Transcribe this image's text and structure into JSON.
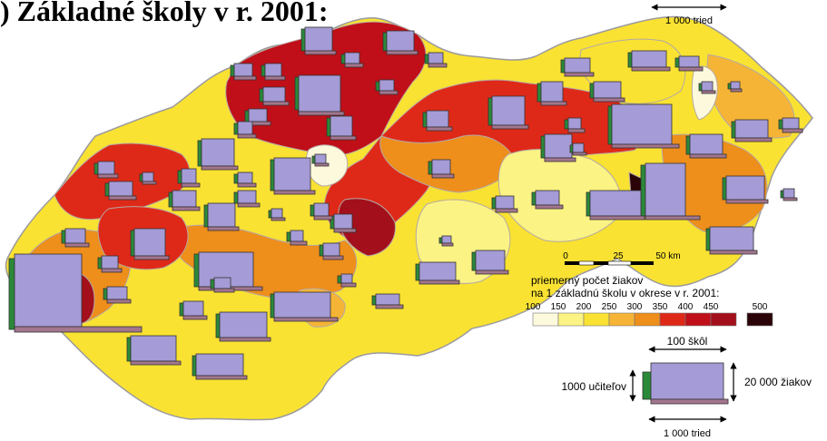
{
  "title": ") Základné školy v r. 2001:",
  "top_scale": {
    "label": "1 000 tried"
  },
  "distance_scale": {
    "ticks": [
      "0",
      "25",
      "50 km"
    ]
  },
  "legend": {
    "heading_line1": "priemerný počet žiakov",
    "heading_line2": "na 1 základnú školu v okrese v r. 2001:",
    "classes": [
      {
        "label": "100",
        "color": "#fdf9dd"
      },
      {
        "label": "150",
        "color": "#fbf383"
      },
      {
        "label": "200",
        "color": "#f9e232"
      },
      {
        "label": "250",
        "color": "#f6b436"
      },
      {
        "label": "300",
        "color": "#ee8e1b"
      },
      {
        "label": "350",
        "color": "#df2918"
      },
      {
        "label": "400",
        "color": "#c00f18"
      },
      {
        "label": "450",
        "color": "#a3101b"
      },
      {
        "label": "500",
        "color": "#2a0408"
      }
    ]
  },
  "symbol_key": {
    "schools_label": "100 škôl",
    "teachers_label": "1000 učiteľov",
    "pupils_label": "20 000 žiakov",
    "classes_label": "1 000 tried"
  },
  "colors": {
    "box_fill": "#a59bd6",
    "teacher_bar": "#2a8a3a",
    "class_bar": "#a3768e",
    "border": "#9b9aa0"
  }
}
